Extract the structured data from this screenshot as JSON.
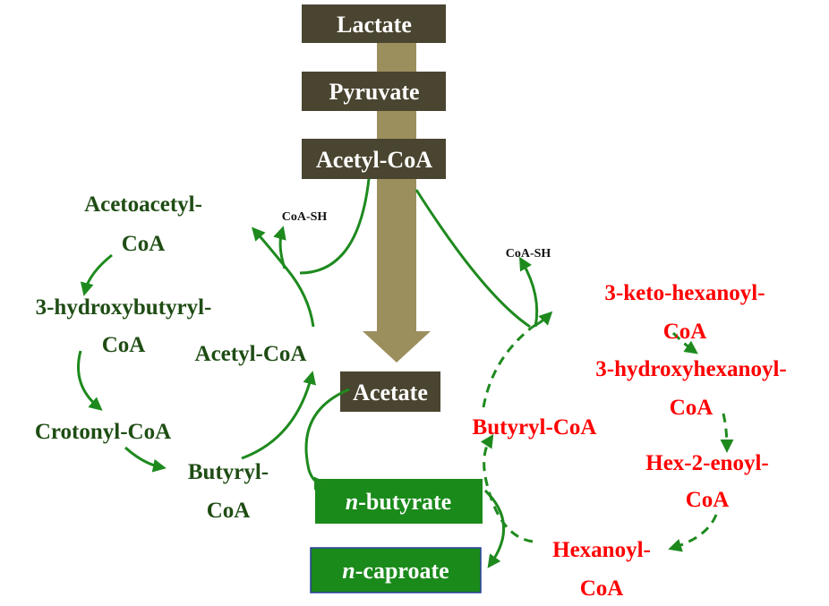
{
  "colors": {
    "box_dark": "#4a4530",
    "main_arrow": "#9c8f5e",
    "left_text": "#1f4d14",
    "right_text": "#ff0000",
    "product_box": "#1a8a1a",
    "arrow": "#1e8a1e"
  },
  "main_pathway": {
    "lactate": "Lactate",
    "pyruvate": "Pyruvate",
    "acetyl_coa": "Acetyl-CoA",
    "acetate": "Acetate"
  },
  "left_cycle": {
    "acetoacetyl_1": "Acetoacetyl-",
    "acetoacetyl_2": "CoA",
    "hydroxybutyryl_1": "3-hydroxybutyryl-",
    "hydroxybutyryl_2": "CoA",
    "crotonyl": "Crotonyl-CoA",
    "butyryl_1": "Butyryl-",
    "butyryl_2": "CoA",
    "acetyl_coa": "Acetyl-CoA",
    "coa_sh": "CoA-SH"
  },
  "right_cycle": {
    "keto_1": "3-keto-hexanoyl-",
    "keto_2": "CoA",
    "hydroxyhex_1": "3-hydroxyhexanoyl-",
    "hydroxyhex_2": "CoA",
    "butyryl": "Butyryl-CoA",
    "hexenoyl_1": "Hex-2-enoyl-",
    "hexenoyl_2": "CoA",
    "hexanoyl_1": "Hexanoyl-",
    "hexanoyl_2": "CoA",
    "coa_sh": "CoA-SH"
  },
  "products": {
    "n_prefix": "n",
    "butyrate": "-butyrate",
    "caproate": "-caproate"
  }
}
